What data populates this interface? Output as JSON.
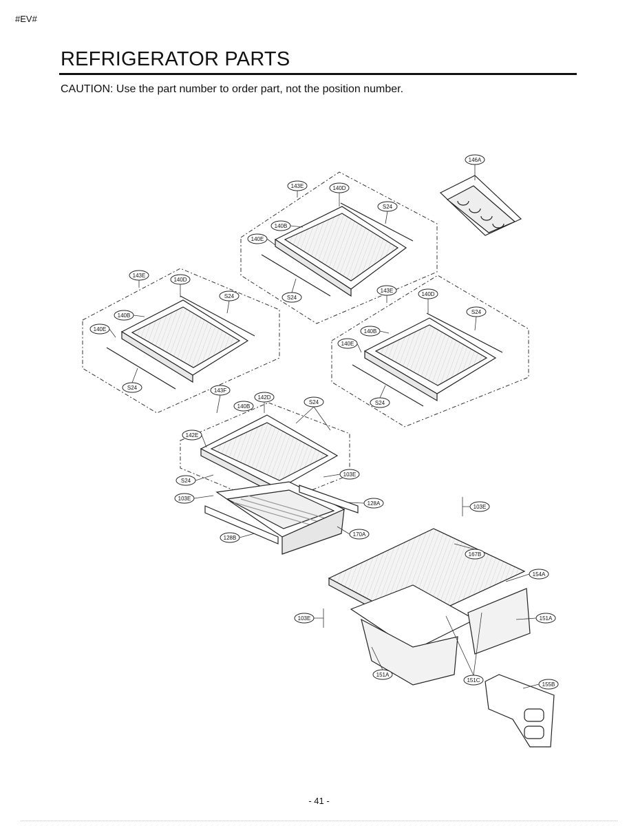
{
  "header": {
    "page_tag": "#EV#",
    "title": "REFRIGERATOR PARTS",
    "caution": "CAUTION: Use the part number to order part, not the position number."
  },
  "callouts": {
    "top": [
      "146A",
      "143E",
      "140D",
      "S24",
      "140B",
      "140E",
      "S24"
    ],
    "left": [
      "143E",
      "140D",
      "S24",
      "140B",
      "140E",
      "S24"
    ],
    "right": [
      "143E",
      "140D",
      "S24",
      "140B",
      "140E",
      "S24"
    ],
    "middle": [
      "143F",
      "142D",
      "S24",
      "140B",
      "142E",
      "103E",
      "S24",
      "103E",
      "128A",
      "128B",
      "170A"
    ],
    "bottom": [
      "103E",
      "167B",
      "154A",
      "103E",
      "151A",
      "151A",
      "151C",
      "155B"
    ]
  },
  "footer": {
    "page_number": "- 41 -"
  }
}
